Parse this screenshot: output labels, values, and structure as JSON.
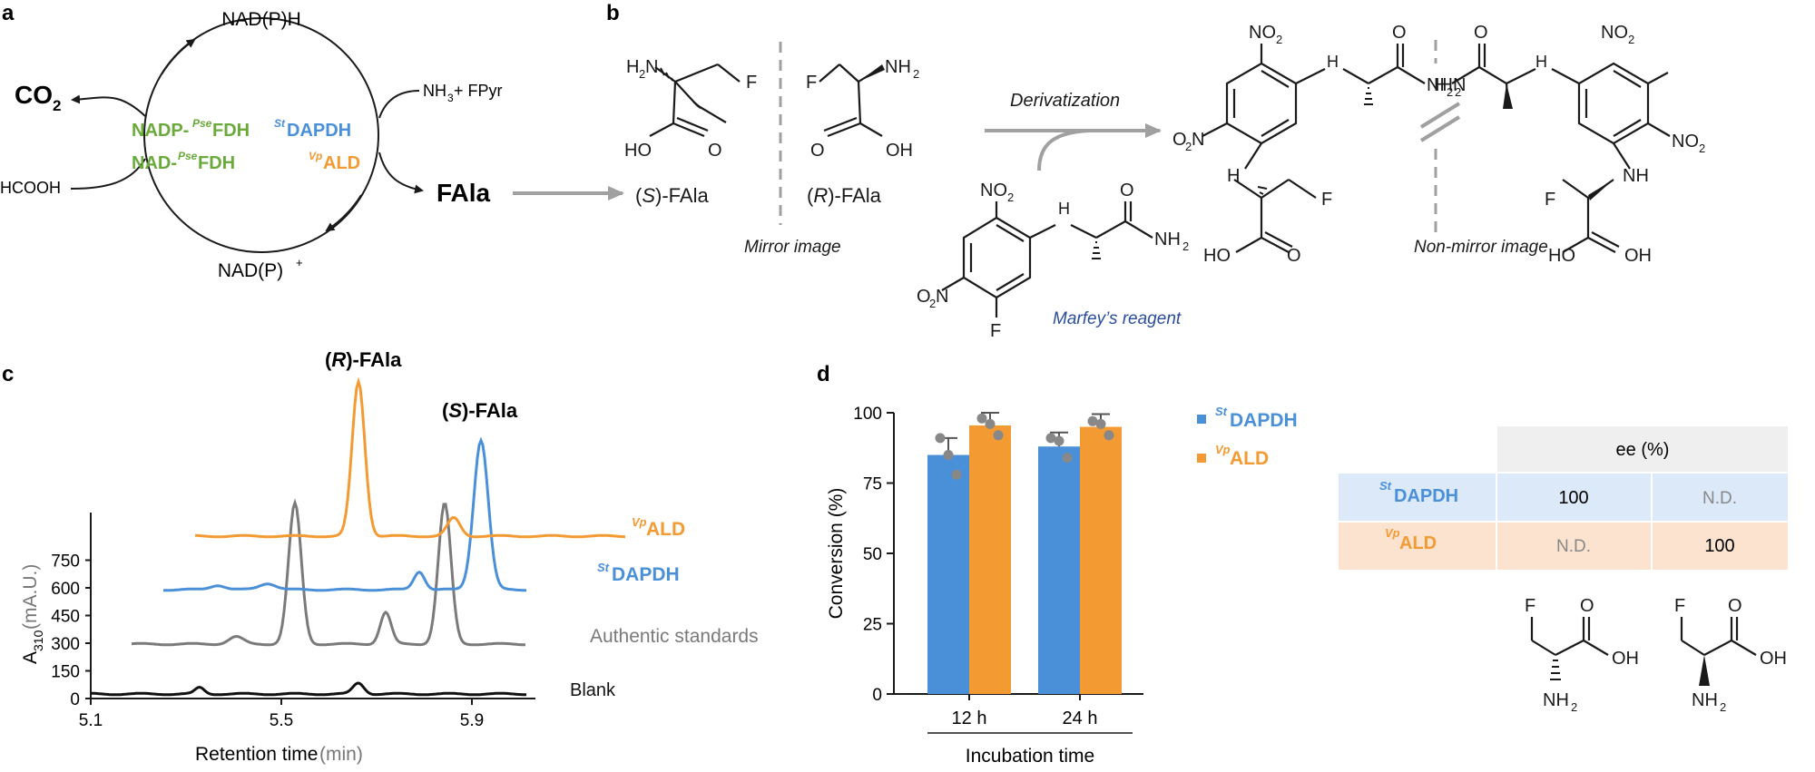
{
  "panels": {
    "a": "a",
    "b": "b",
    "c": "c",
    "d": "d"
  },
  "panel_a": {
    "top": "NAD(P)H",
    "bottom": "NAD(P)",
    "bottom_sup": "+",
    "co2": "CO",
    "co2_sub": "2",
    "hcooh": "HCOOH",
    "inputs": "NH",
    "inputs_sub": "3",
    "inputs_rest": " + FPyr",
    "product": "FAla",
    "enzymes": [
      {
        "pre": "NADP-",
        "sup": "Pse",
        "post": "FDH",
        "color": "#6aaa3a"
      },
      {
        "pre": "NAD-",
        "sup": "Pse",
        "post": "FDH",
        "color": "#6aaa3a"
      },
      {
        "pre": "",
        "sup": "St",
        "post": "DAPDH",
        "color": "#4a90d9"
      },
      {
        "pre": "",
        "sup": "Vp",
        "post": "ALD",
        "color": "#f39a32"
      }
    ]
  },
  "panel_b": {
    "s_fala": {
      "open": "(",
      "letter": "S",
      "close": ")-FAla"
    },
    "r_fala": {
      "open": "(",
      "letter": "R",
      "close": ")-FAla"
    },
    "mirror": "Mirror image",
    "derivatization": "Derivatization",
    "marfey": "Marfey’s reagent",
    "non_mirror": "Non-mirror image",
    "atoms": {
      "h2n": "H",
      "h2n2": "2",
      "h2n3": "N",
      "nh2": "NH",
      "nh2sub": "2",
      "f": "F",
      "ho": "HO",
      "o": "O",
      "oh": "OH",
      "no2": "NO",
      "no2sub": "2",
      "o2n": "O",
      "o2nsub": "2",
      "o2nN": "N",
      "h": "H",
      "nh": "NH"
    }
  },
  "panel_c": {
    "ylabel_main": "A",
    "ylabel_sub": "310",
    "ylabel_unit": " (mA.U.)",
    "xlabel_main": "Retention time ",
    "xlabel_unit": "(min)",
    "peak_r": "(R)-FAla",
    "peak_s": "(S)-FAla",
    "traces": [
      {
        "sup": "Vp",
        "name": "ALD",
        "color": "#f39a32"
      },
      {
        "sup": "St",
        "name": "DAPDH",
        "color": "#4a90d9"
      },
      {
        "sup": "",
        "name": "Authentic standards",
        "color": "#7a7a7a"
      },
      {
        "sup": "",
        "name": "Blank",
        "color": "#111111"
      }
    ],
    "yticks": [
      "0",
      "150",
      "300",
      "450",
      "600",
      "750"
    ],
    "xticks": [
      "5.1",
      "5.5",
      "5.9"
    ]
  },
  "chart_data": {
    "type": "bar",
    "categories": [
      "12 h",
      "24 h"
    ],
    "series": [
      {
        "name": "StDAPDH",
        "values": [
          85,
          88
        ],
        "error": [
          6,
          5
        ],
        "points": [
          [
            91,
            85,
            78
          ],
          [
            91,
            90,
            84
          ]
        ],
        "color": "#4a90d9"
      },
      {
        "name": "VpALD",
        "values": [
          95.5,
          95
        ],
        "error": [
          4.5,
          4.5
        ],
        "points": [
          [
            98,
            96,
            92
          ],
          [
            97,
            96,
            92
          ]
        ],
        "color": "#f39a32"
      }
    ],
    "ylabel": "Conversion (%)",
    "xlabel": "Incubation time",
    "ylim": [
      0,
      100
    ],
    "yticks": [
      "0",
      "25",
      "50",
      "75",
      "100"
    ],
    "legend": [
      {
        "sup": "St",
        "name": "DAPDH",
        "color": "#4a90d9"
      },
      {
        "sup": "Vp",
        "name": "ALD",
        "color": "#f39a32"
      }
    ]
  },
  "ee_table": {
    "header": "ee (%)",
    "rows": [
      {
        "sup": "St",
        "name": "DAPDH",
        "col1": "100",
        "col2": "N.D.",
        "bg": "#dbe9f8",
        "color": "#4a90d9"
      },
      {
        "sup": "Vp",
        "name": "ALD",
        "col1": "N.D.",
        "col2": "100",
        "bg": "#fbe3cf",
        "color": "#f39a32"
      }
    ],
    "atoms": {
      "f": "F",
      "o": "O",
      "oh": "OH",
      "nh2": "NH",
      "nh2sub": "2"
    }
  }
}
